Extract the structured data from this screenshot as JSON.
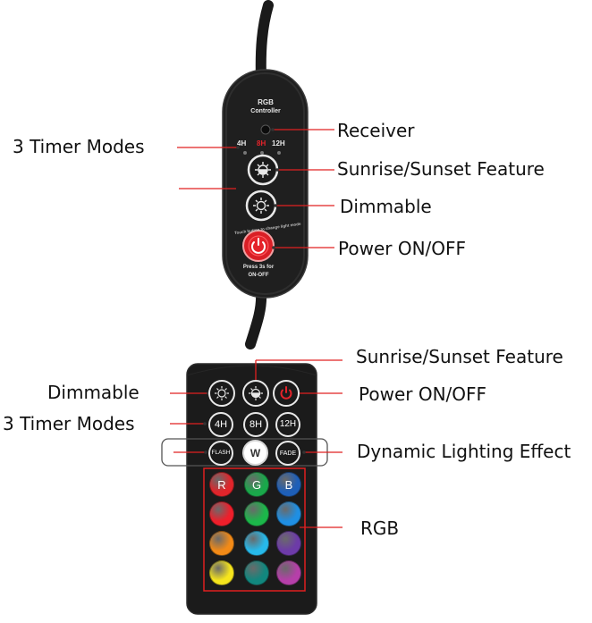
{
  "controller": {
    "title_line1": "RGB",
    "title_line2": "Controller",
    "timer_4h": "4H",
    "timer_8h": "8H",
    "timer_12h": "12H",
    "power_curve_text": "Touch button to change light mode",
    "press_line1": "Press 3s for",
    "press_line2": "ON-OFF"
  },
  "callouts_top": {
    "receiver": "Receiver",
    "timer_modes": "3 Timer Modes",
    "sunrise": "Sunrise/Sunset Feature",
    "dimmable": "Dimmable",
    "power": "Power ON/OFF"
  },
  "callouts_bottom": {
    "sunrise": "Sunrise/Sunset Feature",
    "dimmable": "Dimmable",
    "power": "Power ON/OFF",
    "timer_modes": "3 Timer Modes",
    "dynamic": "Dynamic Lighting Effect",
    "rgb": "RGB"
  },
  "remote": {
    "timer_buttons": [
      "4H",
      "8H",
      "12H"
    ],
    "effect_flash": "FLASH",
    "effect_white": "W",
    "effect_fade": "FADE",
    "rgb_labels": [
      "R",
      "G",
      "B"
    ],
    "color_rows": [
      [
        "#e0252b",
        "#1aa84b",
        "#1e5fb8"
      ],
      [
        "#ef1f2b",
        "#1cb74a",
        "#1f8fe3"
      ],
      [
        "#f28a17",
        "#27b9ea",
        "#6d3ba8"
      ],
      [
        "#f6e51d",
        "#12877e",
        "#b63fa9"
      ]
    ]
  },
  "colors": {
    "accent_line": "#e02020",
    "body_dark": "#1e1e1e",
    "power_red": "#e4232a"
  }
}
